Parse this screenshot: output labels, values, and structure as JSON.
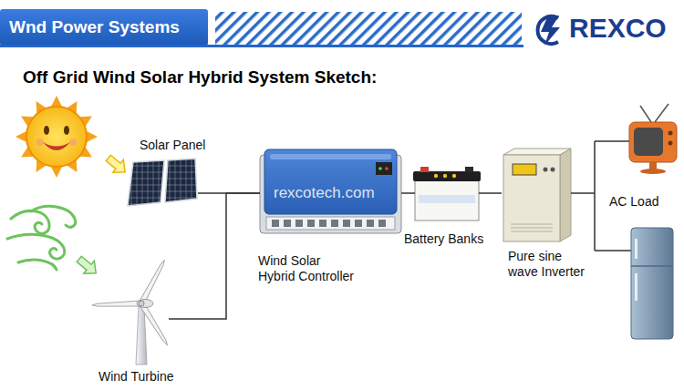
{
  "diagram": {
    "title": "Off Grid Wind Solar Hybrid System Sketch:",
    "nodes": [
      {
        "text": [
          "Solar Panel"
        ]
      },
      {
        "text": [
          "Wind Turbine"
        ]
      },
      {
        "text": [
          "Wind Solar Hybrid Controller"
        ]
      },
      {
        "text": [
          "Battery Banks"
        ]
      },
      {
        "text": [
          "Pure sine wave Inverter"
        ]
      },
      {
        "text": [
          "AC Load"
        ]
      }
    ],
    "edges": [
      {
        "from": 0,
        "to": 2,
        "arrow": "none"
      },
      {
        "from": 1,
        "to": 2,
        "arrow": "none"
      },
      {
        "from": 2,
        "to": 3,
        "arrow": "none"
      },
      {
        "from": 3,
        "to": 4,
        "arrow": "none"
      },
      {
        "from": 4,
        "to": 5,
        "arrow": "none"
      }
    ],
    "labels": [
      "Wnd Power Systems",
      "REXCO",
      "rexcotech.com"
    ]
  }
}
